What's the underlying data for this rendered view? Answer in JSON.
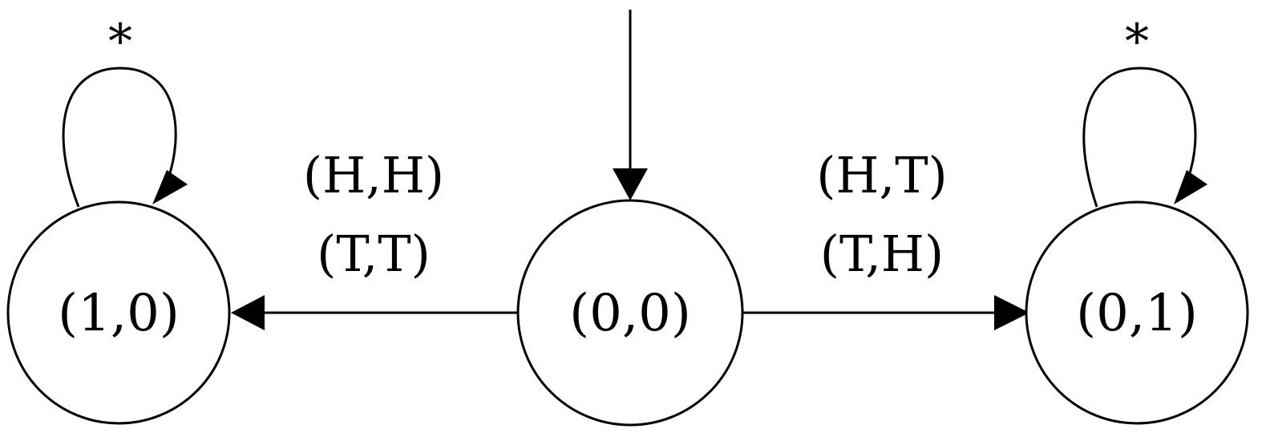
{
  "diagram": {
    "states": [
      {
        "id": "s10",
        "label": "(1,0)"
      },
      {
        "id": "s00",
        "label": "(0,0)"
      },
      {
        "id": "s01",
        "label": "(0,1)"
      }
    ],
    "initial_state": "s00",
    "transitions": [
      {
        "from": "s00",
        "to": "s10",
        "labels": [
          "(H,H)",
          "(T,T)"
        ]
      },
      {
        "from": "s00",
        "to": "s01",
        "labels": [
          "(H,T)",
          "(T,H)"
        ]
      },
      {
        "from": "s10",
        "to": "s10",
        "labels": [
          "*"
        ]
      },
      {
        "from": "s01",
        "to": "s01",
        "labels": [
          "*"
        ]
      }
    ]
  }
}
